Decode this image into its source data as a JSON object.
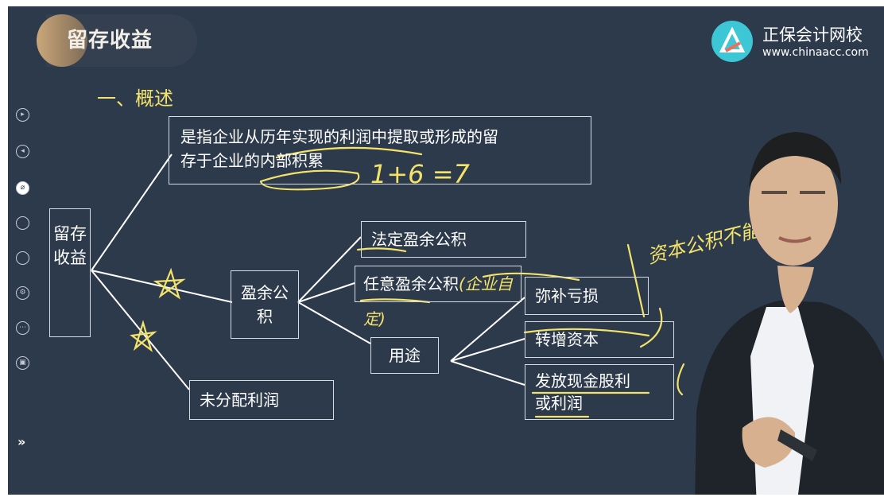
{
  "header": {
    "title": "留存收益",
    "logo_name": "正保会计网校",
    "logo_url": "www.chinaacc.com"
  },
  "section": {
    "heading": "一、概述"
  },
  "diagram": {
    "root": "留存收益",
    "definition_line1": "是指企业从历年实现的利润中提取或形成的留",
    "definition_line2": "存于企业的内部积累",
    "annotation": "1+6 =7",
    "surplus_reserve": "盈余公积",
    "statutory": "法定盈余公积",
    "discretionary": "任意盈余公积",
    "discretionary_note": "(企业自定)",
    "uses": "用途",
    "use1": "弥补亏损",
    "use2": "转增资本",
    "use3_line1": "发放现金股利",
    "use3_line2": "或利润",
    "undistributed": "未分配利润",
    "side_note": "资本公积不能补"
  },
  "rail": {
    "expand_label": "»"
  },
  "colors": {
    "background": "#2d3a4c",
    "accent": "#f4e36a",
    "logo": "#3dc7d6"
  }
}
